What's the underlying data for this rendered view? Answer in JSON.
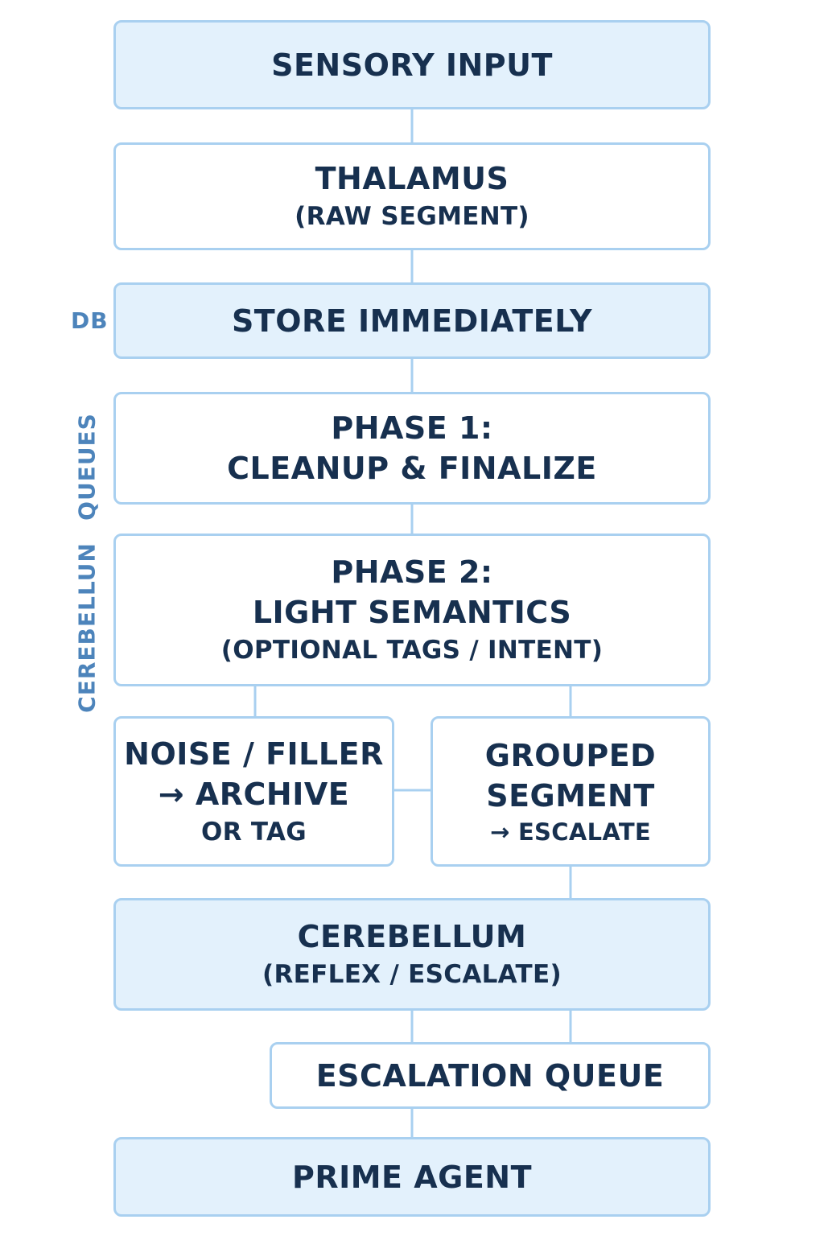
{
  "boxes": {
    "sensory_input": {
      "line1": "SENSORY INPUT"
    },
    "thalamus": {
      "line1": "THALAMUS",
      "line2": "(RAW SEGMENT)"
    },
    "store_immediately": {
      "line1": "STORE IMMEDIATELY"
    },
    "phase1": {
      "line1": "PHASE 1:",
      "line2": "CLEANUP & FINALIZE"
    },
    "phase2": {
      "line1": "PHASE 2:",
      "line2": "LIGHT SEMANTICS",
      "line3": "(OPTIONAL TAGS / INTENT)"
    },
    "noise_filler": {
      "line1": "NOISE / FILLER",
      "line2": "→ ARCHIVE",
      "line3": "OR TAG"
    },
    "grouped_segment": {
      "line1": "GROUPED",
      "line2": "SEGMENT",
      "line3": "→ ESCALATE"
    },
    "cerebellum": {
      "line1": "CEREBELLUM",
      "line2": "(REFLEX / ESCALATE)"
    },
    "escalation_queue": {
      "line1": "ESCALATION QUEUE"
    },
    "prime_agent": {
      "line1": "PRIME AGENT"
    }
  },
  "side_labels": {
    "db": "DB",
    "queues": "QUEUES",
    "cerebellum": "CEREBELLUN"
  },
  "colors": {
    "box_border": "#a9d0f0",
    "box_fill_shaded": "#e3f1fc",
    "box_fill_plain": "#ffffff",
    "text": "#17304f",
    "side_label": "#4d84bb"
  }
}
